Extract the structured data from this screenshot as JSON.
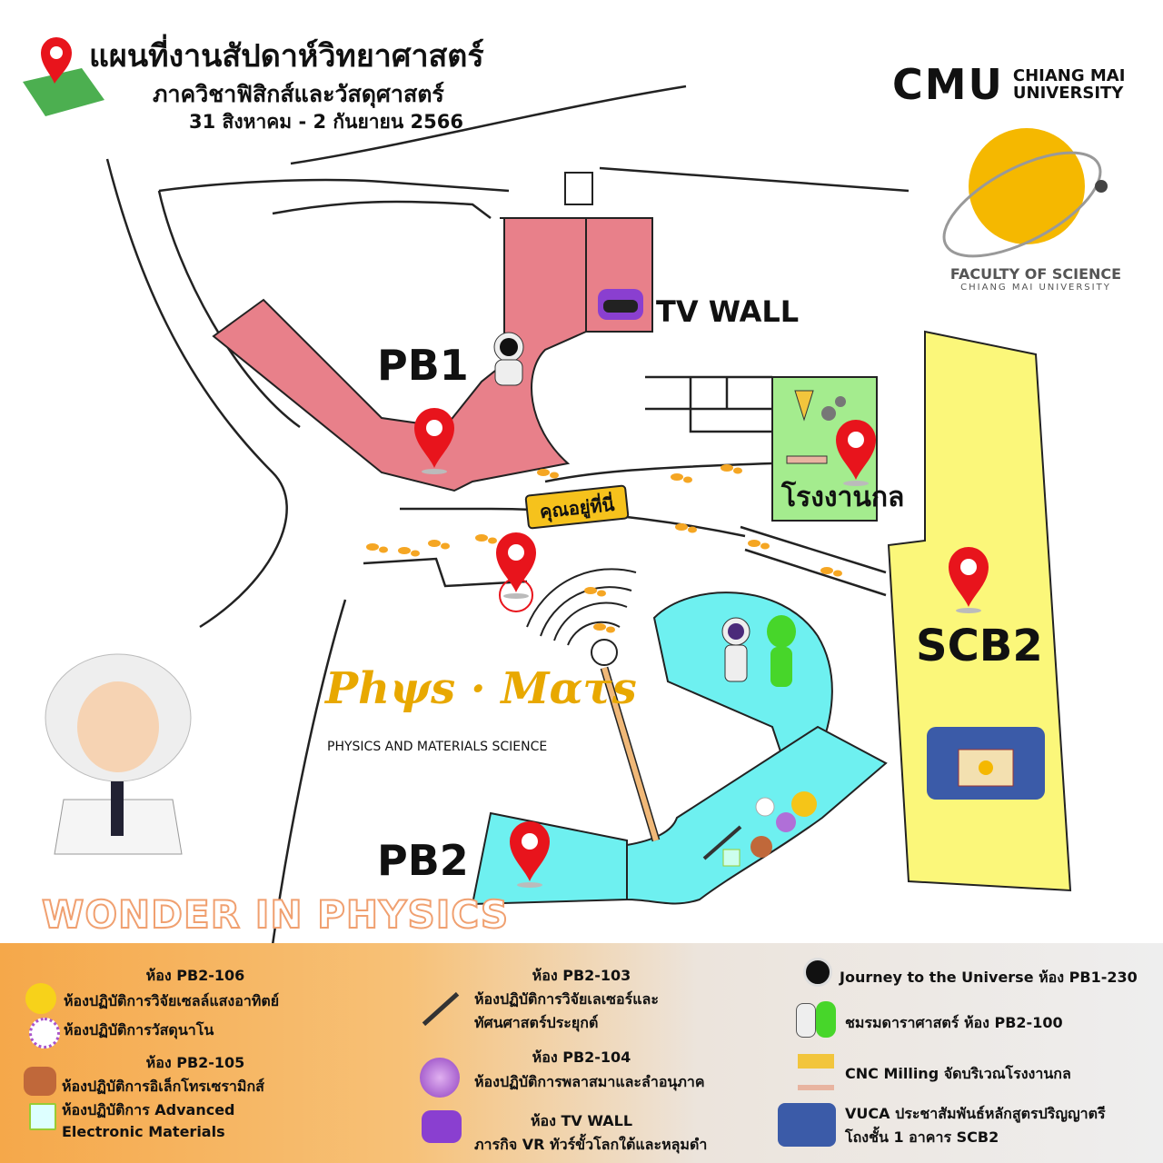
{
  "header": {
    "title": "แผนที่งานสัปดาห์วิทยาศาสตร์",
    "subtitle": "ภาควิชาฟิสิกส์และวัสดุศาสตร์",
    "date": "31 สิงหาคม - 2 กันยายน 2566"
  },
  "logos": {
    "cmu_mark": "CMU",
    "cmu_line1": "CHIANG MAI",
    "cmu_line2": "UNIVERSITY",
    "faculty_line1": "FACULTY OF SCIENCE",
    "faculty_line2": "CHIANG MAI UNIVERSITY",
    "physmats": "Phψs · Mατs",
    "physmats_sub": "PHYSICS AND MATERIALS SCIENCE",
    "wonder": "WONDER IN PHYSICS"
  },
  "map": {
    "labels": {
      "pb1": "PB1",
      "pb2": "PB2",
      "scb2": "SCB2",
      "tv_wall": "TV WALL",
      "workshop": "โรงงานกล",
      "you_are_here": "คุณอยู่ที่นี่"
    },
    "colors": {
      "pb1": "#e8808a",
      "workshop": "#a4ec8e",
      "scb2": "#fbf77a",
      "pb2": "#6ef0f0",
      "pin": "#e8141c",
      "footprints": "#f5a623"
    }
  },
  "legend": {
    "col1": {
      "pb2_106_heading": "ห้อง PB2-106",
      "solar": "ห้องปฏิบัติการวิจัยเซลล์แสงอาทิตย์",
      "nano": "ห้องปฏิบัติการวัสดุนาโน",
      "pb2_105_heading": "ห้อง PB2-105",
      "electroceramics": "ห้องปฏิบัติการอิเล็กโทรเซรามิกส์",
      "advanced_1": "ห้องปฏิบัติการ Advanced",
      "advanced_2": "Electronic Materials"
    },
    "col2": {
      "pb2_103_heading": "ห้อง PB2-103",
      "laser_1": "ห้องปฏิบัติการวิจัยเลเซอร์และ",
      "laser_2": "ทัศนศาสตร์ประยุกต์",
      "pb2_104_heading": "ห้อง PB2-104",
      "plasma": "ห้องปฏิบัติการพลาสมาและลำอนุภาค",
      "tv_heading": "ห้อง TV WALL",
      "vr": "ภารกิจ VR ทัวร์ขั้วโลกใต้และหลุมดำ"
    },
    "col3": {
      "journey": "Journey to the Universe ห้อง PB1-230",
      "astro": "ชมรมดาราศาสตร์ ห้อง PB2-100",
      "cnc": "CNC Milling จัดบริเวณโรงงานกล",
      "vuca_1": "VUCA ประชาสัมพันธ์หลักสูตรปริญญาตรี",
      "vuca_2": "โถงชั้น 1 อาคาร SCB2"
    }
  }
}
